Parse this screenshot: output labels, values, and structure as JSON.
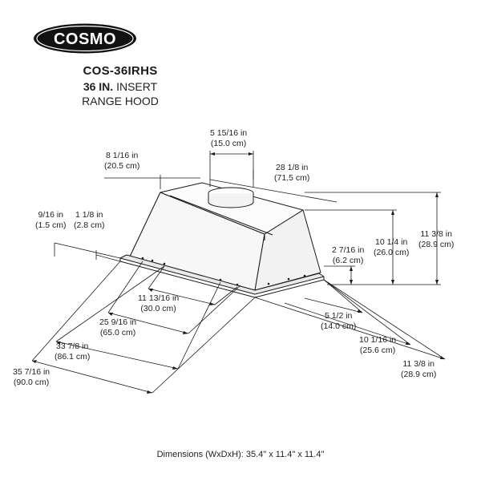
{
  "brand": {
    "logo_text": "COSMO"
  },
  "product": {
    "model": "COS-36IRHS",
    "size_bold": "36 IN.",
    "size_rest": " INSERT",
    "type": "RANGE HOOD"
  },
  "dimensions": [
    {
      "id": "duct-width",
      "line1": "5 15/16 in",
      "line2": "(15.0 cm)"
    },
    {
      "id": "depth-left",
      "line1": "8 1/16 in",
      "line2": "(20.5 cm)"
    },
    {
      "id": "width-top",
      "line1": "28 1/8 in",
      "line2": "(71.5 cm)"
    },
    {
      "id": "overall-height",
      "line1": "11 3/8 in",
      "line2": "(28.9 cm)"
    },
    {
      "id": "body-height",
      "line1": "10 1/4 in",
      "line2": "(26.0 cm)"
    },
    {
      "id": "flange-height",
      "line1": "2 7/16 in",
      "line2": "(6.2 cm)"
    },
    {
      "id": "flange-edge-a",
      "line1": "9/16 in",
      "line2": "(1.5 cm)"
    },
    {
      "id": "flange-edge-b",
      "line1": "1 1/8 in",
      "line2": "(2.8 cm)"
    },
    {
      "id": "bottom-depth-1",
      "line1": "11 13/16 in",
      "line2": "(30.0 cm)"
    },
    {
      "id": "bottom-width-2",
      "line1": "25 9/16 in",
      "line2": "(65.0 cm)"
    },
    {
      "id": "bottom-width-3",
      "line1": "33 7/8 in",
      "line2": "(86.1 cm)"
    },
    {
      "id": "bottom-width-4",
      "line1": "35 7/16 in",
      "line2": "(90.0 cm)"
    },
    {
      "id": "right-depth-1",
      "line1": "5 1/2 in",
      "line2": "(14.0 cm)"
    },
    {
      "id": "right-depth-2",
      "line1": "10 1/16 in",
      "line2": "(25.6 cm)"
    },
    {
      "id": "right-depth-3",
      "line1": "11 3/8 in",
      "line2": "(28.9 cm)"
    }
  ],
  "footer": "Dimensions (WxDxH): 35.4\" x 11.4\" x 11.4\"",
  "colors": {
    "line": "#1a1a1a",
    "body_fill": "#f7f7f7",
    "text": "#222222"
  }
}
